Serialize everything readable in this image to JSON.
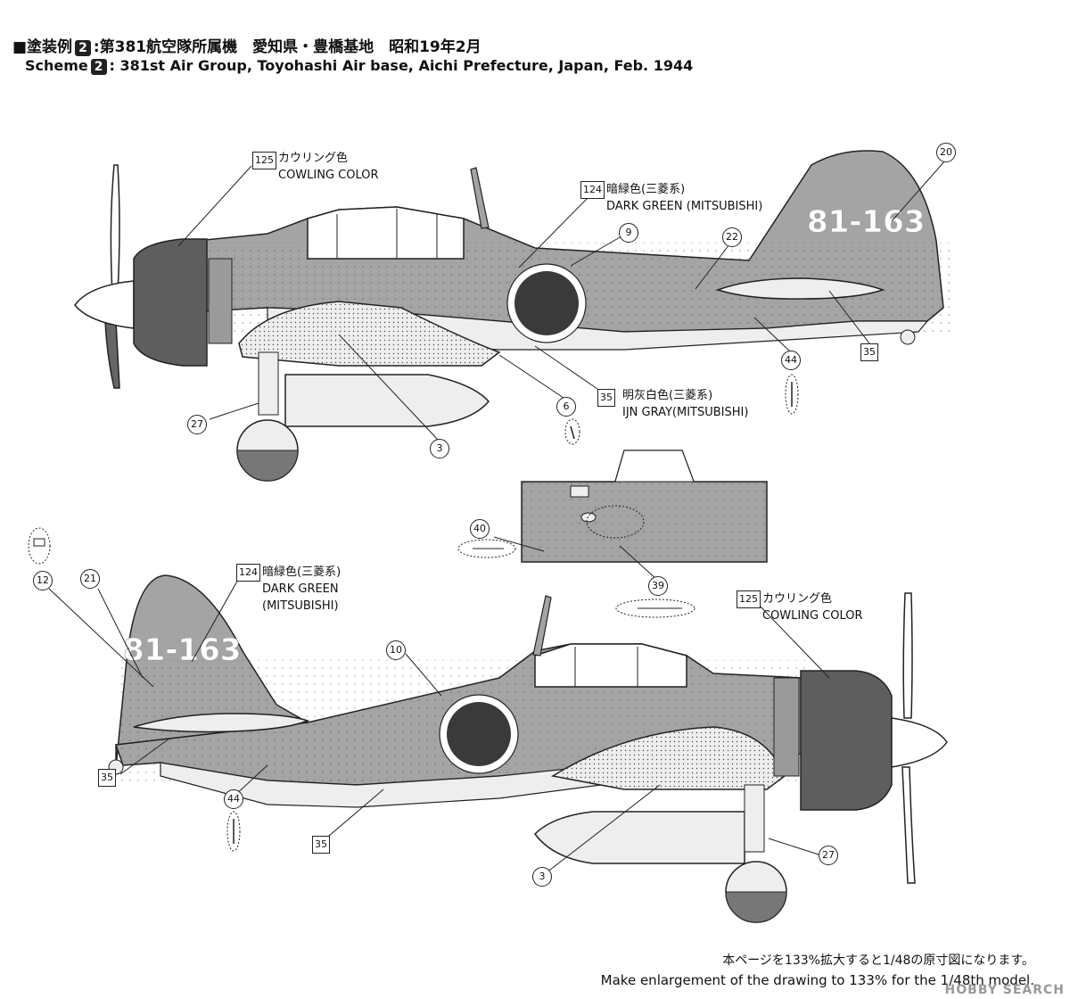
{
  "header": {
    "jp_prefix": "■塗装例",
    "jp_num": "2",
    "jp_text": ":第381航空隊所属機　愛知県・豊橋基地　昭和19年2月",
    "en_prefix": "Scheme",
    "en_num": "2",
    "en_text": ": 381st Air Group, Toyohashi Air base, Aichi Prefecture, Japan, Feb. 1944"
  },
  "tail_code": "81-163",
  "upper_callouts": {
    "c125": {
      "num": "125",
      "jp": "カウリング色",
      "en": "COWLING COLOR"
    },
    "c124": {
      "num": "124",
      "jp": "暗緑色(三菱系)",
      "en": "DARK GREEN (MITSUBISHI)"
    },
    "c35": {
      "num": "35",
      "jp": "明灰白色(三菱系)",
      "en": "IJN GRAY(MITSUBISHI)"
    },
    "circles": [
      "20",
      "9",
      "22",
      "44",
      "6",
      "27",
      "3"
    ],
    "squares": [
      "35"
    ]
  },
  "inset_callouts": {
    "circles": [
      "40",
      "39"
    ]
  },
  "lower_callouts": {
    "c124": {
      "num": "124",
      "jp": "暗緑色(三菱系)",
      "en1": "DARK GREEN",
      "en2": "(MITSUBISHI)"
    },
    "c125": {
      "num": "125",
      "jp": "カウリング色",
      "en": "COWLING COLOR"
    },
    "circles": [
      "12",
      "21",
      "10",
      "44",
      "3",
      "27"
    ],
    "squares": [
      "35",
      "35"
    ]
  },
  "footer": {
    "jp": "本ページを133%拡大すると1/48の原寸図になります。",
    "en": "Make enlargement of the drawing to 133% for the 1/48th model."
  },
  "watermark": "HOBBY SEARCH",
  "colors": {
    "green": "#a4a4a4",
    "cowling": "#5e5e5e",
    "gray_underside": "#eeeeee",
    "hinomaru": "#3a3a3a",
    "line": "#222222"
  }
}
